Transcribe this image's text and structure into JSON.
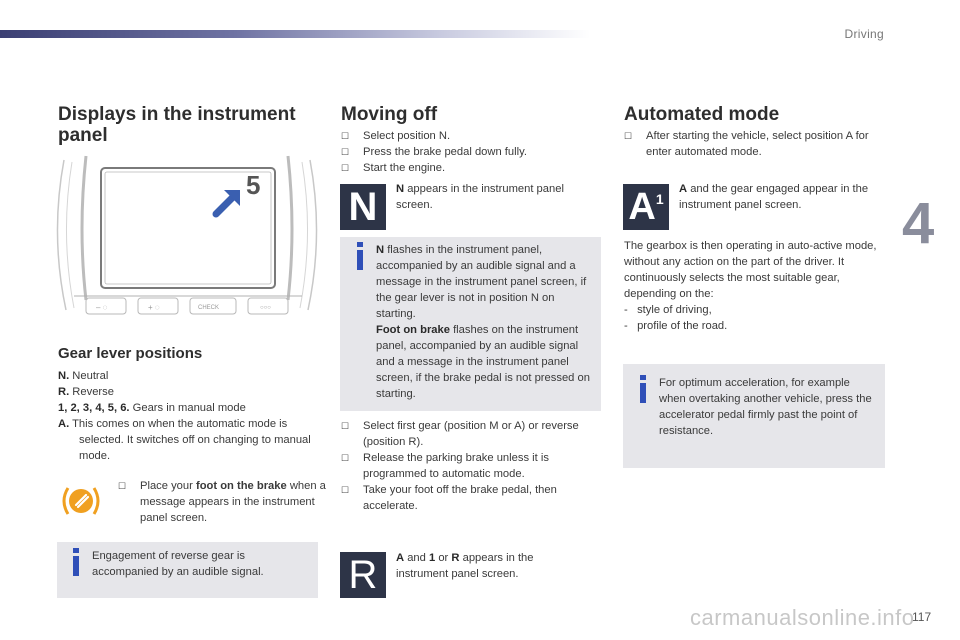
{
  "header": {
    "chapter": "Driving",
    "chapter_number": "4",
    "page_number": "117",
    "watermark": "carmanualsonline.info"
  },
  "left": {
    "title": "Displays in the instrument panel",
    "gear_title": "Gear lever positions",
    "dashboard_display_digit": "5",
    "dashboard_check_label": "CHECK",
    "gears": [
      {
        "key": "N.",
        "text": "Neutral"
      },
      {
        "key": "R.",
        "text": "Reverse"
      },
      {
        "key": "1, 2, 3, 4, 5, 6.",
        "text": "Gears in manual mode"
      },
      {
        "key": "A.",
        "text": "This comes on when the automatic mode is selected. It switches off on changing to manual mode."
      }
    ],
    "foot_pre": "Place your ",
    "foot_bold": "foot on the brake",
    "foot_post": " when a message appears in the instrument panel screen.",
    "info": "Engagement of reverse gear is accompanied by an audible signal."
  },
  "middle": {
    "title": "Moving off",
    "steps1": [
      "Select position N.",
      "Press the brake pedal down fully.",
      "Start the engine."
    ],
    "n_letter": "N",
    "n_bold": "N",
    "n_text": " appears in the instrument panel screen.",
    "info_n_bold": "N",
    "info_n_text": " flashes in the instrument panel, accompanied by an audible signal and a message in the instrument panel screen, if the gear lever is not in position N on starting.",
    "info_foot_bold": "Foot on brake",
    "info_foot_text": " flashes on the instrument panel, accompanied by an audible signal and a message in the instrument panel screen, if the brake pedal is not pressed on starting.",
    "steps2": [
      "Select first gear (position M or A) or reverse (position R).",
      "Release the parking brake unless it is programmed to automatic mode.",
      "Take your foot off the brake pedal, then accelerate."
    ],
    "r_letter": "R",
    "r_text_a": "A",
    "r_text_and": " and ",
    "r_text_1": "1",
    "r_text_or": " or ",
    "r_text_r": "R",
    "r_text_end": " appears in the instrument panel screen."
  },
  "right": {
    "title": "Automated mode",
    "step": "After starting the vehicle, select position A for enter automated mode.",
    "a_letter": "A",
    "a_super": "1",
    "a_bold": "A",
    "a_text": " and the gear engaged appear in the instrument panel screen.",
    "para": "The gearbox is then operating in auto-active mode, without any action on the part of the driver. It continuously selects the most suitable gear, depending on the:",
    "list": [
      "style of driving,",
      "profile of the road."
    ],
    "info": "For optimum acceleration, for example when overtaking another vehicle, press the accelerator pedal firmly past the point of resistance."
  }
}
